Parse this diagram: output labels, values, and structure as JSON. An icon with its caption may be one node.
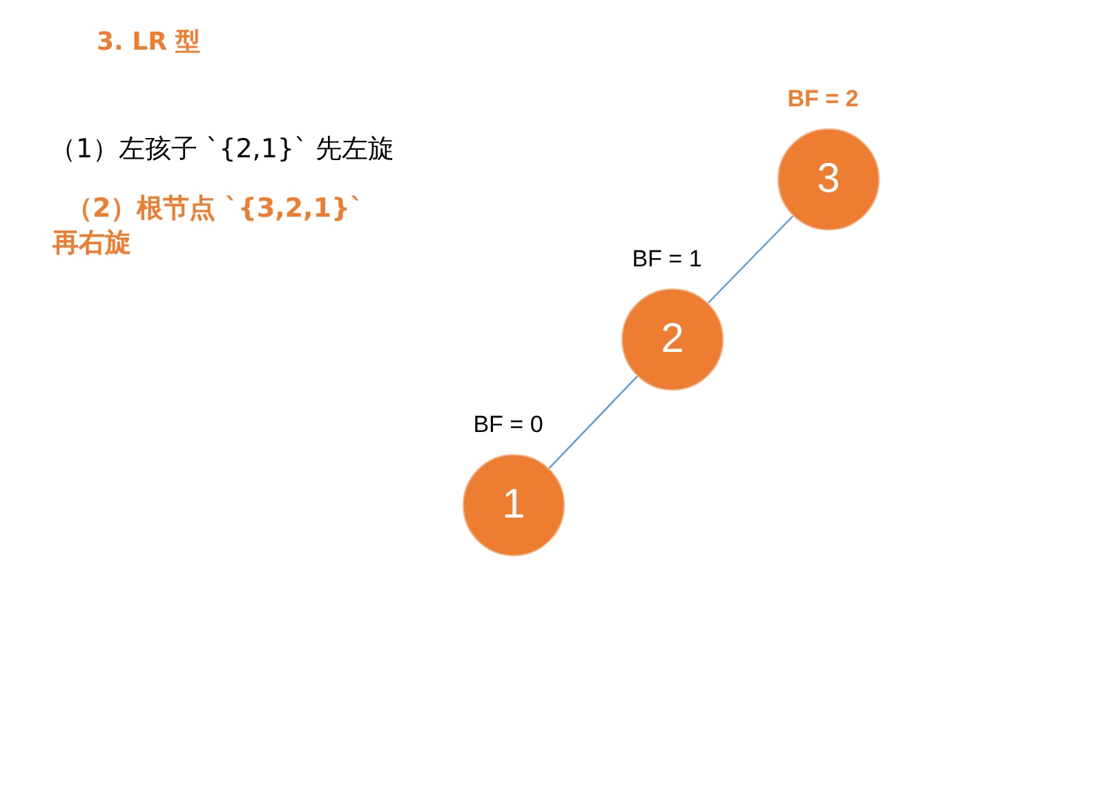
{
  "diagram": {
    "title": "3. LR 型",
    "nodes": [
      {
        "text": [
          "3"
        ],
        "beside": [
          "BF = 2"
        ]
      },
      {
        "text": [
          "2"
        ],
        "beside": [
          "BF = 1"
        ]
      },
      {
        "text": [
          "1"
        ],
        "beside": [
          "BF = 0"
        ]
      }
    ],
    "edges": [
      {
        "from": 0,
        "to": 1,
        "arrow": "none"
      },
      {
        "from": 1,
        "to": 2,
        "arrow": "none"
      }
    ],
    "labels": [
      "（1）左孩子 `{2,1}` 先左旋",
      "（2）根节点 `{3,2,1}` 再右旋"
    ]
  }
}
